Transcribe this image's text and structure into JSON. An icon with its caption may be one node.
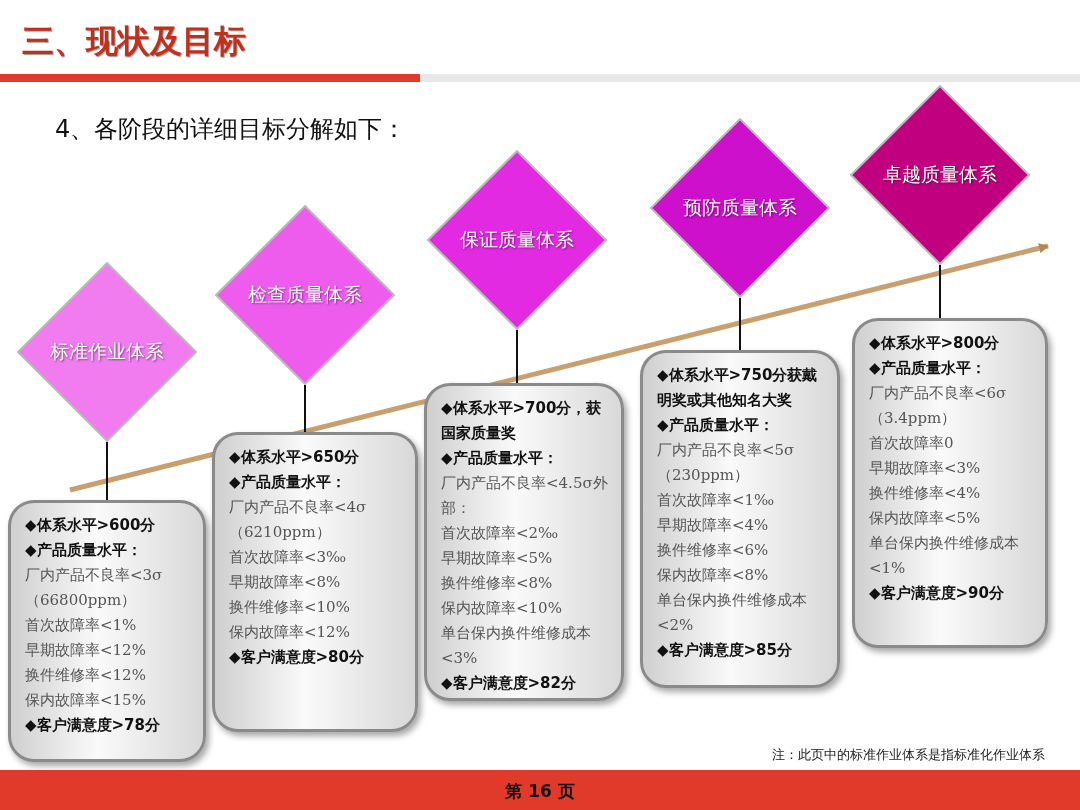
{
  "diagram": {
    "title": "三、现状及目标",
    "nodes": [
      {
        "text": [
          "标准作业体系"
        ]
      },
      {
        "text": [
          "检查质量体系"
        ]
      },
      {
        "text": [
          "保证质量体系"
        ]
      },
      {
        "text": [
          "预防质量体系"
        ]
      },
      {
        "text": [
          "卓越质量体系"
        ]
      },
      {
        "text": [
          "◆体系水平>600分",
          "◆产品质量水平：",
          "厂内产品不良率<3σ（66800ppm）",
          "首次故障率<1%",
          "早期故障率<12%",
          "换件维修率<12%",
          "保内故障率<15%",
          "◆客户满意度>78分"
        ]
      },
      {
        "text": [
          "◆体系水平>650分",
          "◆产品质量水平：",
          "厂内产品不良率<4σ（6210ppm）",
          "首次故障率<3‰",
          "早期故障率<8%",
          "换件维修率<10%",
          "保内故障率<12%",
          "◆客户满意度>80分"
        ]
      },
      {
        "text": [
          "◆体系水平>700分，获国家质量奖",
          "◆产品质量水平：",
          "厂内产品不良率<4.5σ外部：",
          "首次故障率<2‰",
          "早期故障率<5%",
          "换件维修率<8%",
          "保内故障率<10%",
          "单台保内换件维修成本<3%",
          "◆客户满意度>82分"
        ]
      },
      {
        "text": [
          "◆体系水平>750分获戴明奖或其他知名大奖",
          "◆产品质量水平：",
          "厂内产品不良率<5σ（230ppm）",
          "首次故障率<1‰",
          "早期故障率<4%",
          "换件维修率<6%",
          "保内故障率<8%",
          "单台保内换件维修成本<2%",
          "◆客户满意度>85分"
        ]
      },
      {
        "text": [
          "◆体系水平>800分",
          "◆产品质量水平：",
          "厂内产品不良率<6σ（3.4ppm）",
          "首次故障率0",
          "早期故障率<3%",
          "换件维修率<4%",
          "保内故障率<5%",
          "单台保内换件维修成本<1%",
          "◆客户满意度>90分"
        ]
      }
    ],
    "edges": [
      {
        "from": 0,
        "to": 5,
        "arrow": "none"
      },
      {
        "from": 1,
        "to": 6,
        "arrow": "none"
      },
      {
        "from": 2,
        "to": 7,
        "arrow": "none"
      },
      {
        "from": 3,
        "to": 8,
        "arrow": "none"
      },
      {
        "from": 4,
        "to": 9,
        "arrow": "none"
      }
    ],
    "labels": [
      "4、各阶段的详细目标分解如下：",
      "注：此页中的标准作业体系是指标准化作业体系",
      "第 16 页"
    ]
  }
}
